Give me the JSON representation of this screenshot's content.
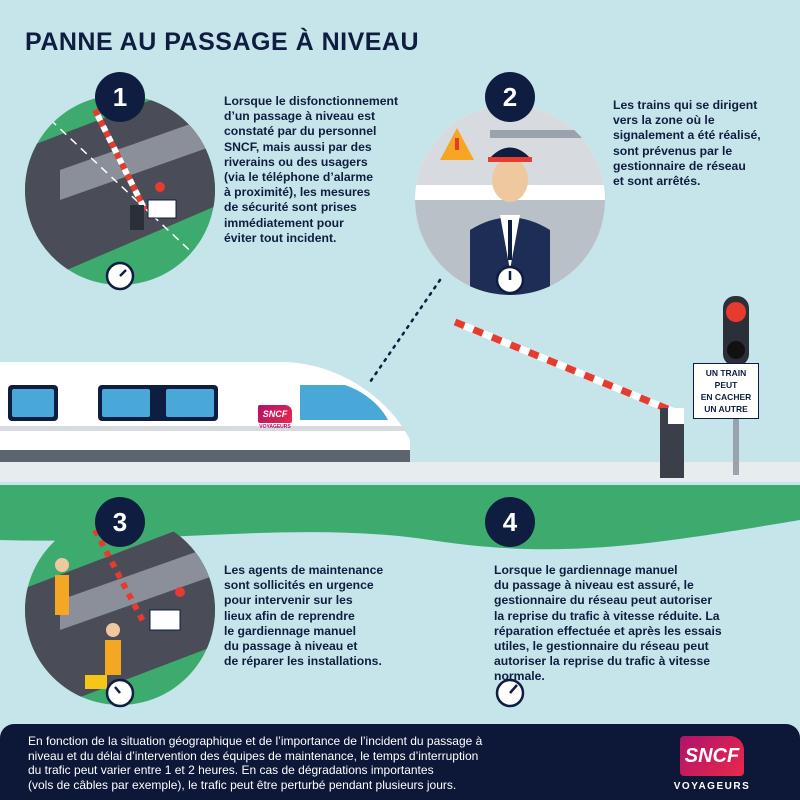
{
  "title": "PANNE AU PASSAGE À NIVEAU",
  "steps": [
    {
      "number": "1",
      "text": "Lorsque le disfonctionnement\nd’un passage à niveau est\nconstaté par du personnel\nSNCF, mais aussi par des\nriverains ou des usagers\n(via le téléphone d’alarme\nà proximité), les mesures\nde sécurité sont prises\nimmédiatement pour\néviter tout incident."
    },
    {
      "number": "2",
      "text": "Les trains qui se dirigent\nvers la zone où le\nsignalement a été réalisé,\nsont prévenus par le\ngestionnaire de réseau\net sont arrêtés."
    },
    {
      "number": "3",
      "text": "Les agents de maintenance\nsont sollicités en urgence\npour intervenir sur les\nlieux afin de reprendre\nle gardiennage manuel\ndu passage à niveau et\nde réparer les installations."
    },
    {
      "number": "4",
      "text": "Lorsque le gardiennage manuel\ndu passage à niveau est assuré, le\ngestionnaire du réseau peut autoriser\nla reprise du trafic à vitesse réduite. La\nréparation effectuée et après les essais\nutiles, le gestionnaire du réseau peut\nautoriser la reprise du trafic à vitesse\nnormale."
    }
  ],
  "sign_text": "UN TRAIN PEUT\nEN CACHER\nUN AUTRE",
  "train_logo": "SNCF",
  "train_logo_sub": "VOYAGEURS",
  "footer": {
    "text": "En fonction de la situation géographique et de l’importance de l’incident du passage à\nniveau et du délai d’intervention des équipes de maintenance, le temps d’interruption\ndu trafic peut varier entre 1 et 2 heures. En cas de dégradations importantes\n(vols de câbles par exemple), le trafic peut être perturbé pendant plusieurs jours.",
    "logo": "SNCF",
    "logo_sub": "VOYAGEURS"
  },
  "colors": {
    "background": "#c6e5ea",
    "navy": "#0f1d40",
    "green": "#3dab6d",
    "red": "#e63b2e"
  }
}
